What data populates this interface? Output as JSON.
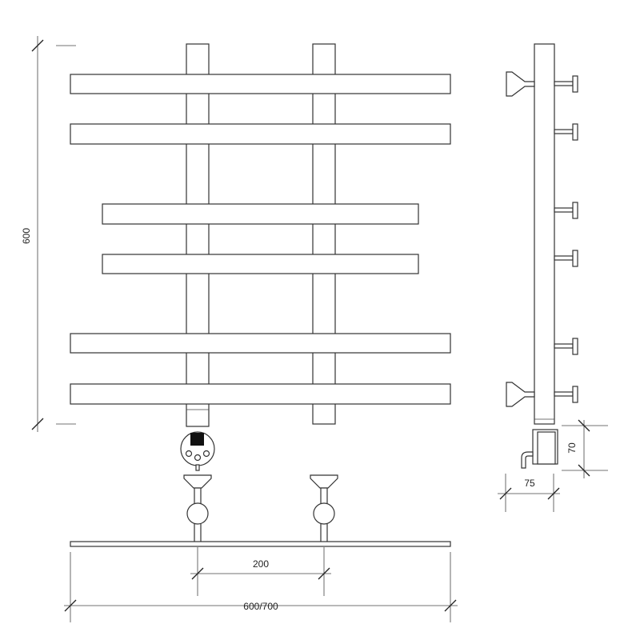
{
  "dimensions": {
    "height": "600",
    "mount_spacing": "200",
    "width": "600/700",
    "depth": "75",
    "heater_height": "70"
  }
}
